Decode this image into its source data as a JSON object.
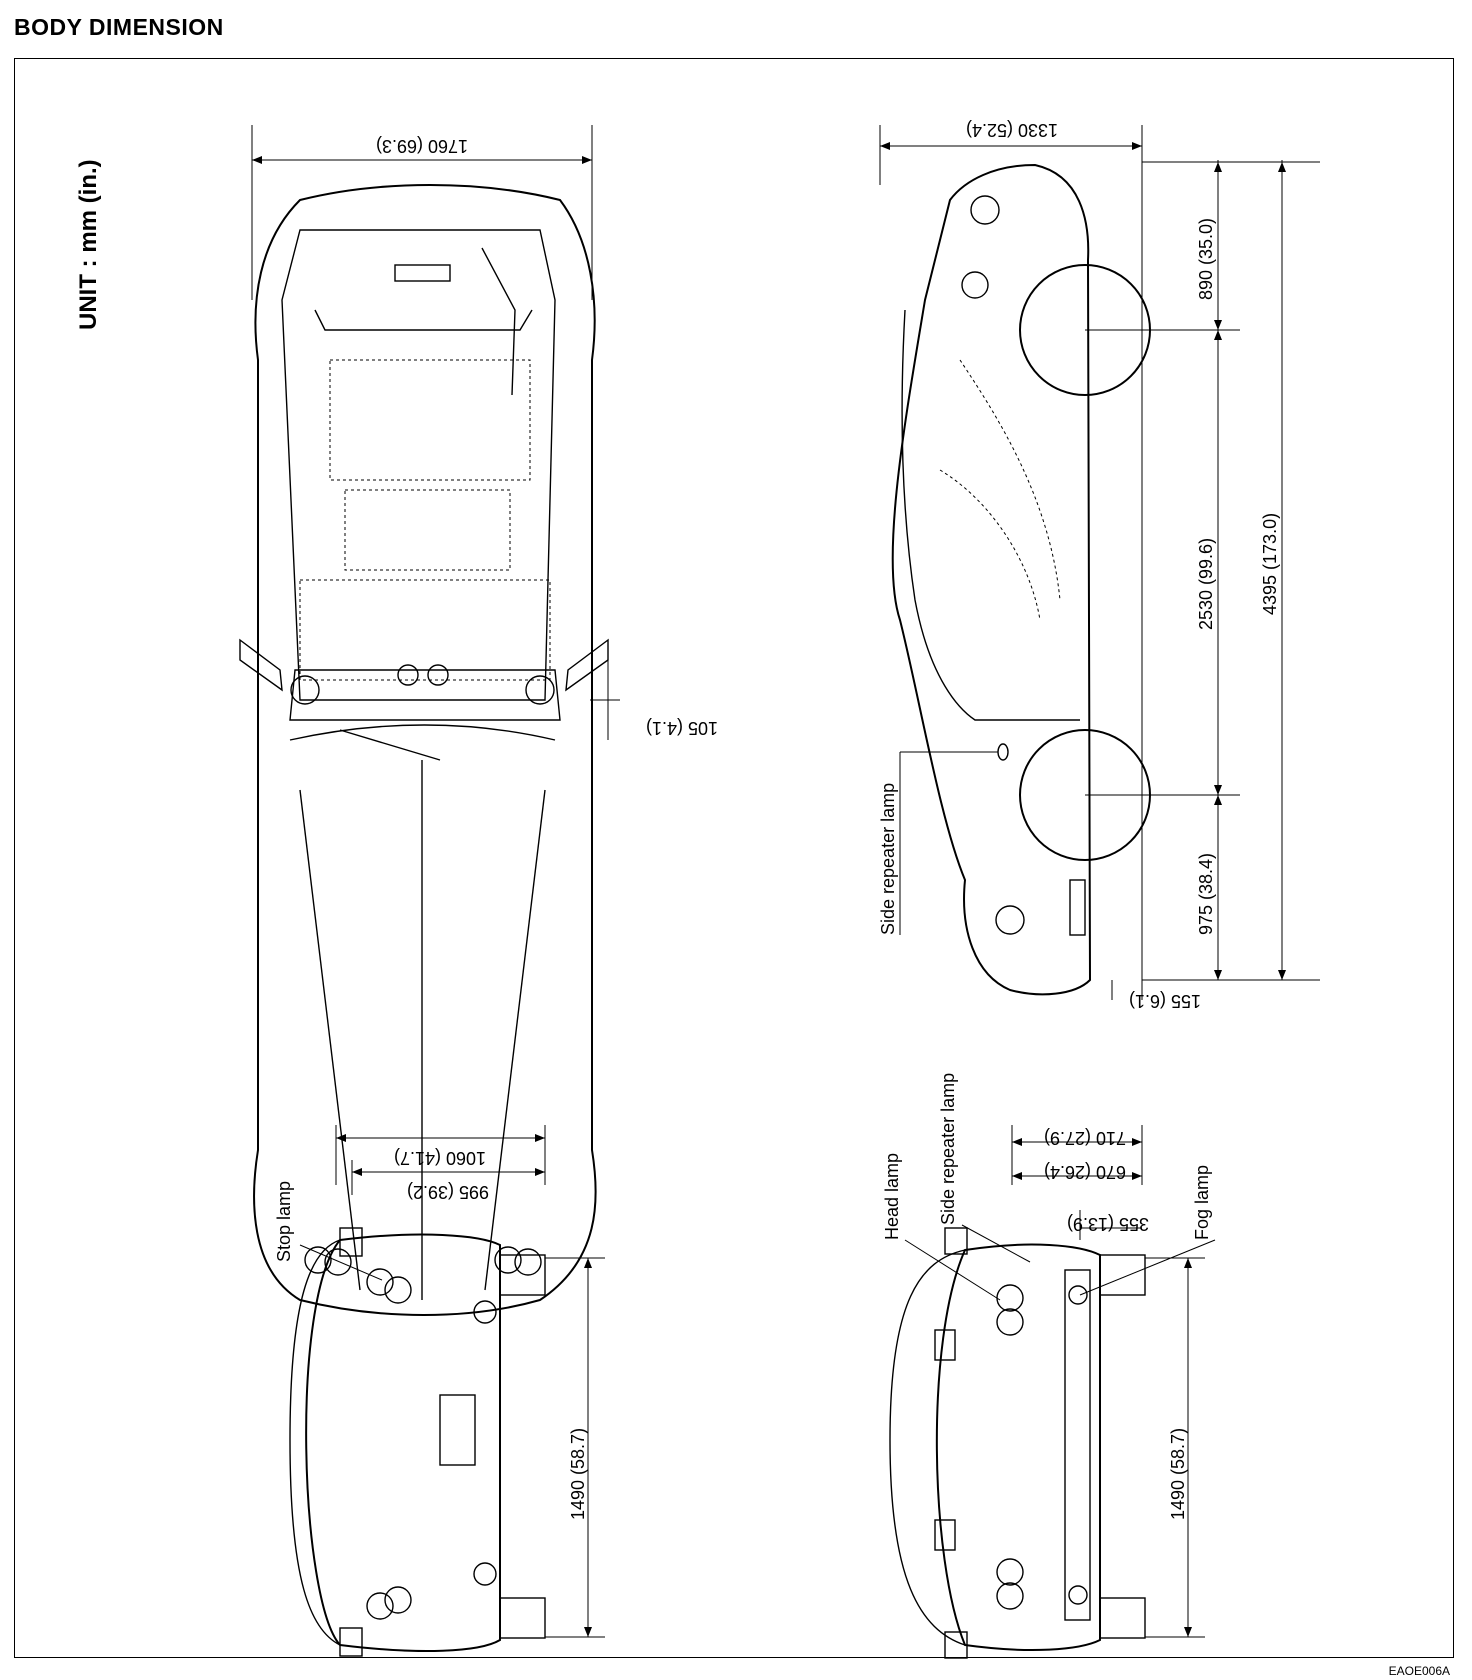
{
  "title": "BODY DIMENSION",
  "unit": "UNIT : mm (in.)",
  "figure_code": "EAOE006A",
  "views": {
    "top": {
      "overall_width": "1760 (69.3)",
      "mirror_offset": "105 (4.1)"
    },
    "side": {
      "overall_height": "1330 (52.4)",
      "rear_overhang": "890 (35.0)",
      "wheelbase": "2530 (99.6)",
      "overall_length": "4395 (173.0)",
      "front_overhang": "975 (38.4)",
      "ground_clearance": "155 (6.1)",
      "side_repeater_label": "Side repeater lamp"
    },
    "rear": {
      "width_a": "1060 (41.7)",
      "width_b": "995 (39.2)",
      "tread": "1490 (58.7)",
      "stop_lamp_label": "Stop lamp"
    },
    "front": {
      "dim_a": "710 (27.9)",
      "dim_b": "670 (26.4)",
      "dim_c": "355 (13.9)",
      "tread": "1490 (58.7)",
      "head_lamp_label": "Head lamp",
      "side_repeater_label": "Side repeater lamp",
      "fog_lamp_label": "Fog lamp"
    }
  }
}
